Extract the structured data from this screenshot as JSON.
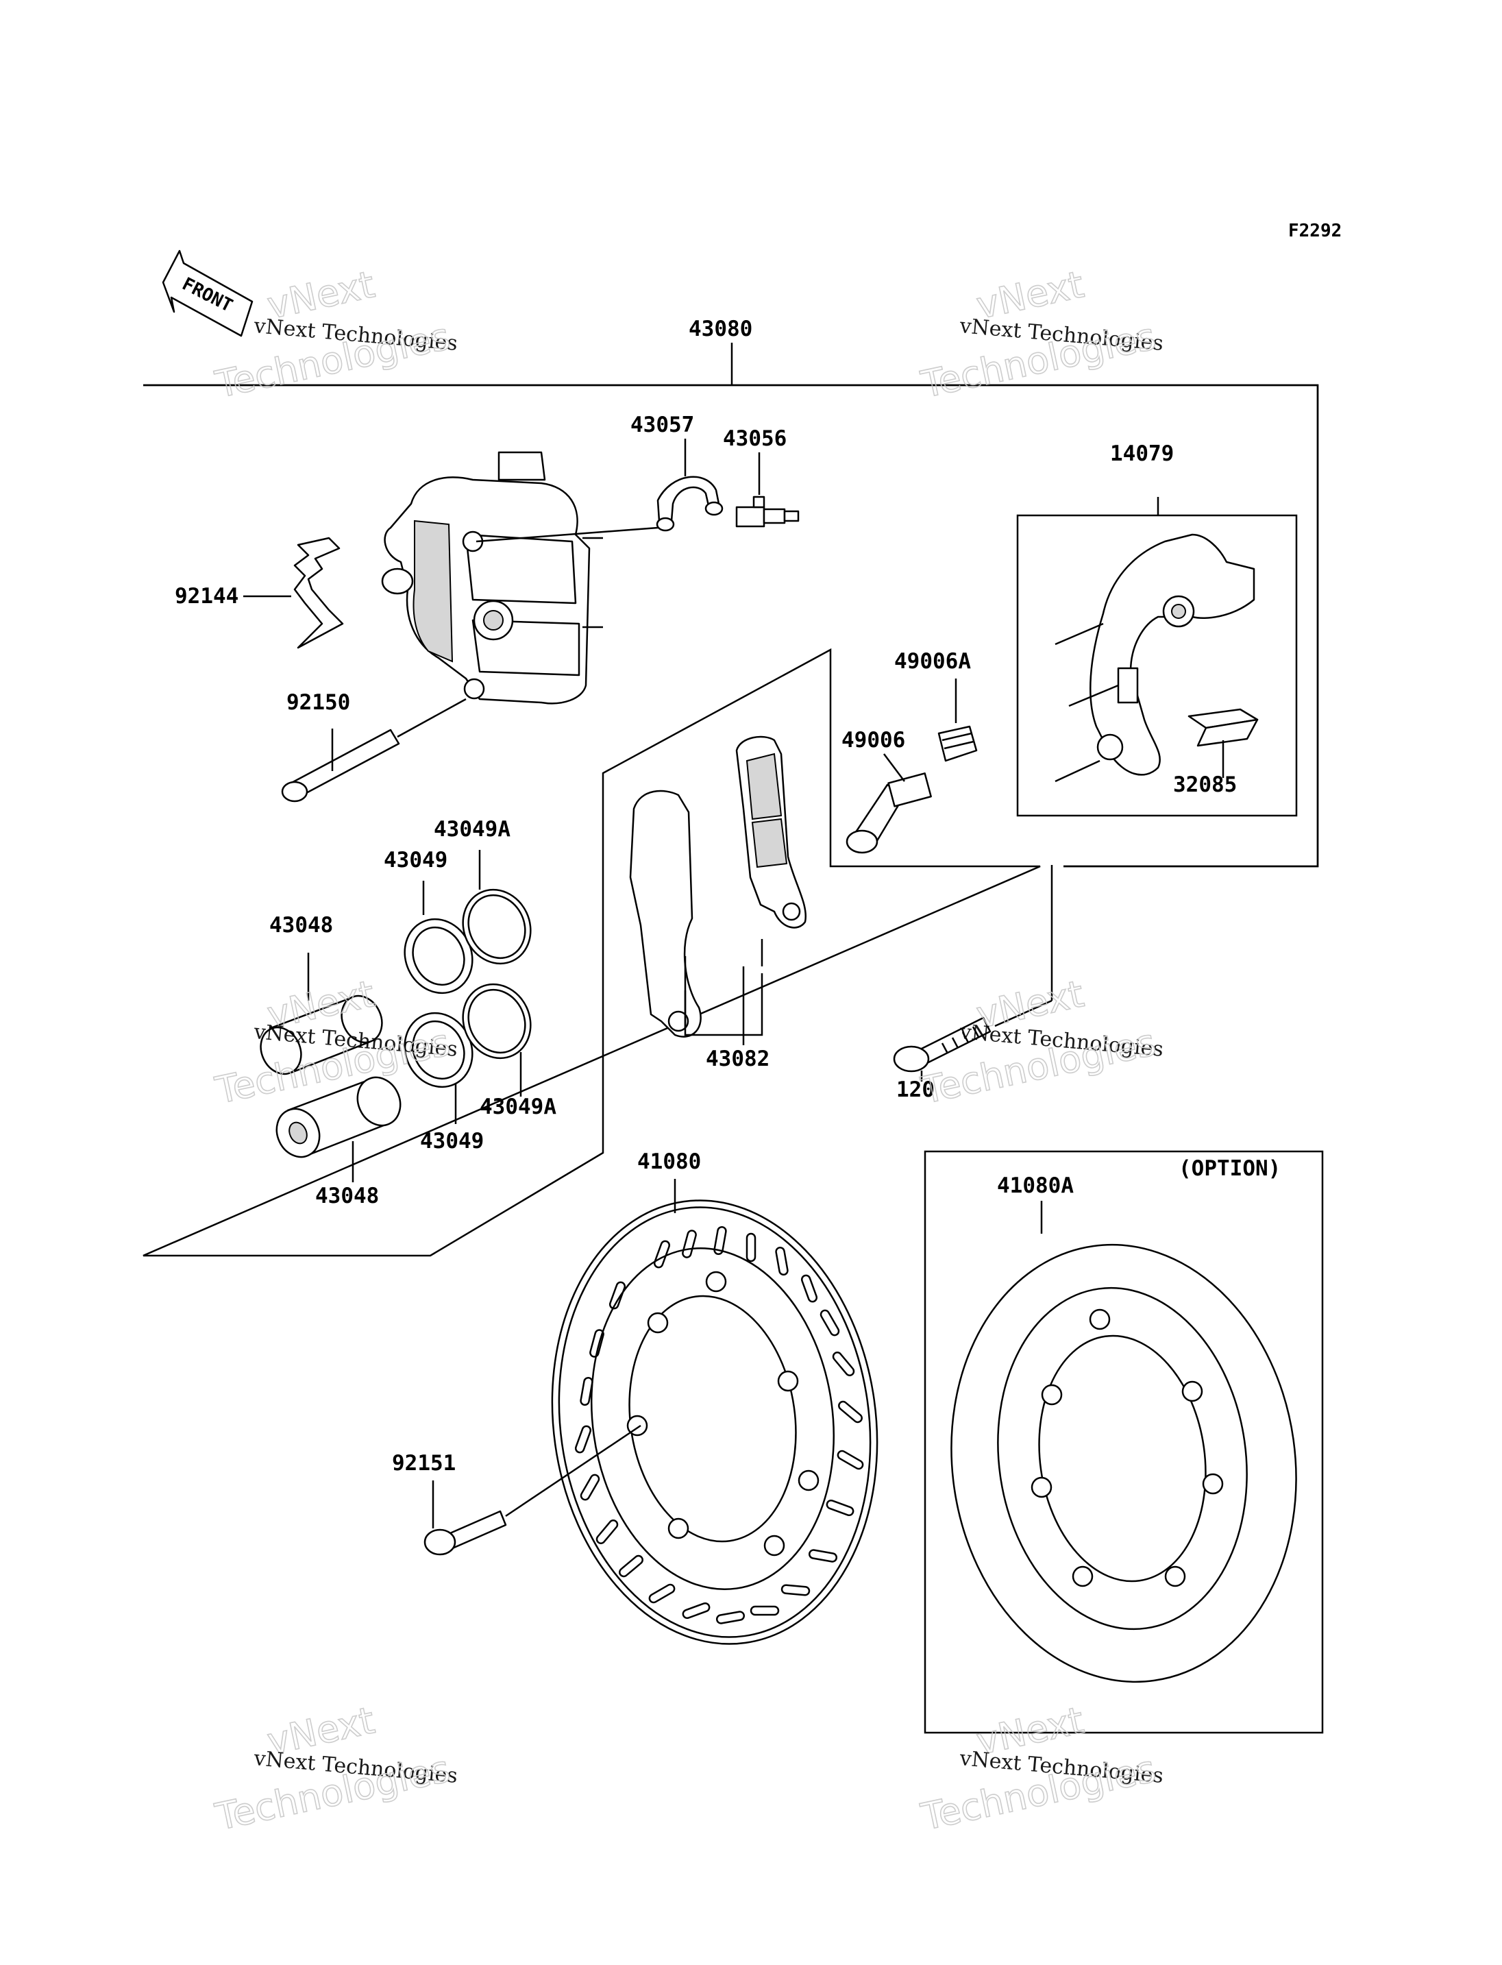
{
  "figure_code": "F2292",
  "front_marker": "FRONT",
  "option_label": "(OPTION)",
  "parts": [
    {
      "id": "43080"
    },
    {
      "id": "43057"
    },
    {
      "id": "43056"
    },
    {
      "id": "14079"
    },
    {
      "id": "92144"
    },
    {
      "id": "49006A"
    },
    {
      "id": "92150"
    },
    {
      "id": "49006"
    },
    {
      "id": "32085"
    },
    {
      "id": "43049A"
    },
    {
      "id": "43049"
    },
    {
      "id": "43048"
    },
    {
      "id": "43049"
    },
    {
      "id": "43049A"
    },
    {
      "id": "43048"
    },
    {
      "id": "43082"
    },
    {
      "id": "120"
    },
    {
      "id": "41080"
    },
    {
      "id": "41080A"
    },
    {
      "id": "92151"
    }
  ],
  "watermark": {
    "line_small": "vNext Technologies",
    "line_big_1": "vNext",
    "line_big_2": "Technologies"
  }
}
